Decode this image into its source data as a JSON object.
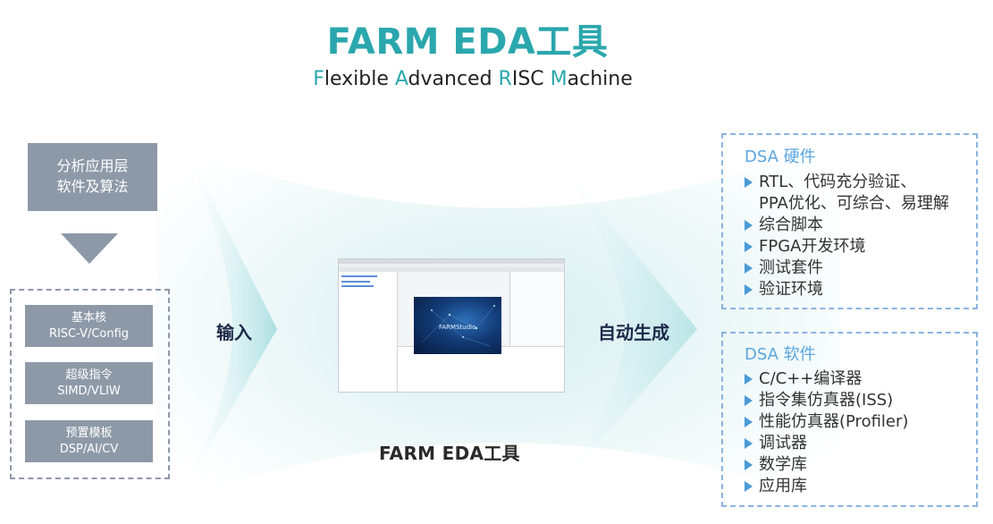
{
  "header": {
    "title": "FARM EDA工具",
    "subtitle": {
      "f": "F",
      "f_rest": "lexible ",
      "a": "A",
      "a_rest": "dvanced ",
      "r": "R",
      "r_rest": "ISC ",
      "m": "M",
      "m_rest": "achine"
    }
  },
  "left": {
    "app_box": [
      "分析应用层",
      "软件及算法"
    ],
    "modules": [
      {
        "line1": "基本核",
        "line2": "RISC-V/Config"
      },
      {
        "line1": "超级指令",
        "line2": "SIMD/VLIW"
      },
      {
        "line1": "预置模板",
        "line2": "DSP/AI/CV"
      }
    ],
    "input_label": "输入"
  },
  "center": {
    "splash_text": "FARMStudio",
    "caption": "FARM EDA工具"
  },
  "right": {
    "generate_label": "自动生成",
    "hardware": {
      "title": "DSA 硬件",
      "items": [
        {
          "text": "RTL、代码充分验证、",
          "bullet": true
        },
        {
          "text": "PPA优化、可综合、易理解",
          "bullet": false
        },
        {
          "text": "综合脚本",
          "bullet": true
        },
        {
          "text": "FPGA开发环境",
          "bullet": true
        },
        {
          "text": "测试套件",
          "bullet": true
        },
        {
          "text": "验证环境",
          "bullet": true
        }
      ]
    },
    "software": {
      "title": "DSA 软件",
      "items": [
        {
          "text": "C/C++编译器",
          "bullet": true
        },
        {
          "text": "指令集仿真器(ISS)",
          "bullet": true
        },
        {
          "text": "性能仿真器(Profiler)",
          "bullet": true
        },
        {
          "text": "调试器",
          "bullet": true
        },
        {
          "text": "数学库",
          "bullet": true
        },
        {
          "text": "应用库",
          "bullet": true
        }
      ]
    }
  },
  "colors": {
    "accent": "#2aa7ad",
    "box_gray": "#8e99a8",
    "right_border": "#8ab4e0",
    "bullet": "#4b9ad8",
    "label_dark": "#1e2a4a"
  }
}
